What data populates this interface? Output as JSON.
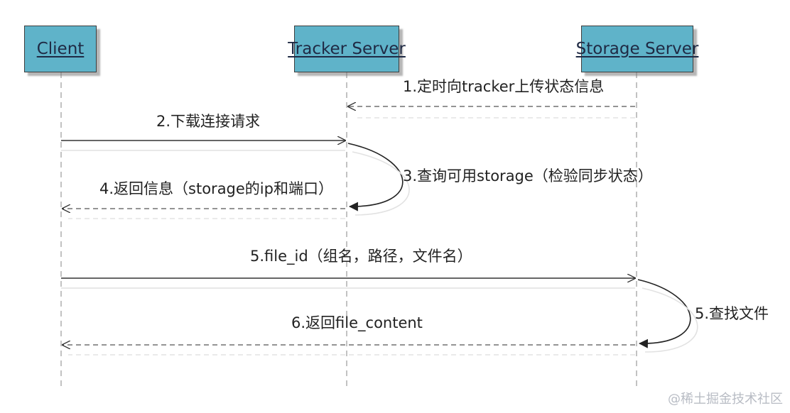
{
  "actors": {
    "client": "Client",
    "tracker": "Tracker Server",
    "storage": "Storage Server"
  },
  "messages": {
    "m1": "1.定时向tracker上传状态信息",
    "m2": "2.下载连接请求",
    "m3": "3.查询可用storage（检验同步状态）",
    "m4": "4.返回信息（storage的ip和端口）",
    "m5a": "5.file_id（组名，路径，文件名）",
    "m5b": "5.查找文件",
    "m6": "6.返回file_content"
  },
  "watermark": "@稀土掘金技术社区",
  "colors": {
    "actor_fill": "#5fb3c9",
    "line": "#333333",
    "dashed": "#555555"
  }
}
